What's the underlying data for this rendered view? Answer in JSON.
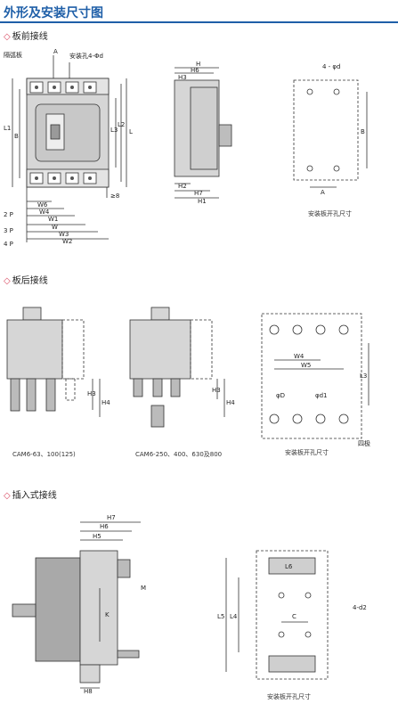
{
  "page_title": "外形及安装尺寸图",
  "sections": {
    "front": "板前接线",
    "rear": "板后接线",
    "plugin": "插入式接线"
  },
  "front": {
    "labels": {
      "arc_cover": "隔弧板",
      "mount_hole": "安装孔4-Φd",
      "A": "A",
      "L1": "L1",
      "B": "B",
      "L3": "L3",
      "L2": "L2",
      "L": "L",
      "H": "H",
      "H6": "H6",
      "H3": "H3",
      "H2": "H2",
      "H7": "H7",
      "H1": "H1",
      "W6": "W6",
      "W4": "W4",
      "W1": "W1",
      "W": "W",
      "W3": "W3",
      "W2": "W2",
      "ge8": "≥8",
      "p2": "2 P",
      "p3": "3 P",
      "p4": "4 P",
      "hole_4d": "4 - φd",
      "dim_B": "B",
      "dim_A": "A",
      "panel_caption": "安装板开孔尺寸"
    }
  },
  "rear": {
    "labels": {
      "H3a": "H3",
      "H4a": "H4",
      "H3b": "H3",
      "H4b": "H4",
      "model1": "CAM6-63、100(125)",
      "model2": "CAM6-250、400、630及800",
      "W4": "W4",
      "W5": "W5",
      "L3": "L3",
      "phiD": "φD",
      "phid1": "φd1",
      "four_pole": "四极",
      "panel_caption": "安装板开孔尺寸"
    }
  },
  "plugin": {
    "labels": {
      "H7": "H7",
      "H6": "H6",
      "H5": "H5",
      "M": "M",
      "K": "K",
      "H8": "H8",
      "L6": "L6",
      "L5": "L5",
      "L4": "L4",
      "d2": "4-d2",
      "C": "C",
      "panel_caption": "安装板开孔尺寸"
    }
  },
  "colors": {
    "accent": "#1f5fa8",
    "bullet": "#d9485f",
    "body_fill": "#d6d6d6",
    "dark_fill": "#a9a9a9"
  }
}
